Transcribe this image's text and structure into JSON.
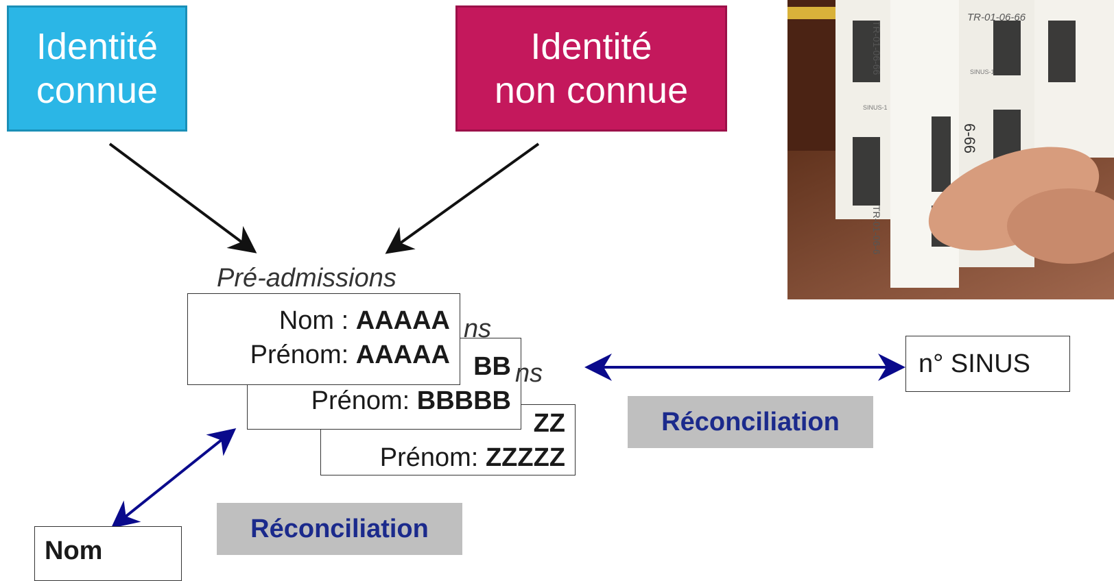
{
  "boxes": {
    "known": {
      "line1": "Identité",
      "line2": "connue"
    },
    "unknown": {
      "line1": "Identité",
      "line2": "non connue"
    }
  },
  "pre_admissions": {
    "heading": "Pré-admissions",
    "cards": [
      {
        "nom_label": "Nom :",
        "nom_value": "AAAAA",
        "prenom_label": "Prénom:",
        "prenom_value": "AAAAA"
      },
      {
        "nom_value_partial": "BB",
        "heading_partial": "ns",
        "prenom_label": "Prénom:",
        "prenom_value": "BBBBB"
      },
      {
        "nom_value_partial": "ZZ",
        "heading_partial": "ns",
        "prenom_label": "Prénom:",
        "prenom_value": "ZZZZZ"
      }
    ]
  },
  "reconciliation": {
    "right_label": "Réconciliation",
    "bottom_label": "Réconciliation"
  },
  "sinus": {
    "label": "n°  SINUS"
  },
  "nom_box": {
    "label": "Nom"
  },
  "photo": {
    "wristband_text_1": "TR-01-06-66",
    "wristband_text_2": "SINUS-1",
    "wristband_text_3": "SINUS-1",
    "wristband_text_4": "TR-01-06-6",
    "wristband_text_5": "6-66",
    "wristband_text_6": "TR-01-06-66"
  },
  "colors": {
    "known_fill": "#2bb6e6",
    "unknown_fill": "#c4185c",
    "reconciliation_text": "#1b2a8c",
    "reconciliation_fill": "#bfbfbf",
    "arrow_blue": "#0a0a8c"
  }
}
